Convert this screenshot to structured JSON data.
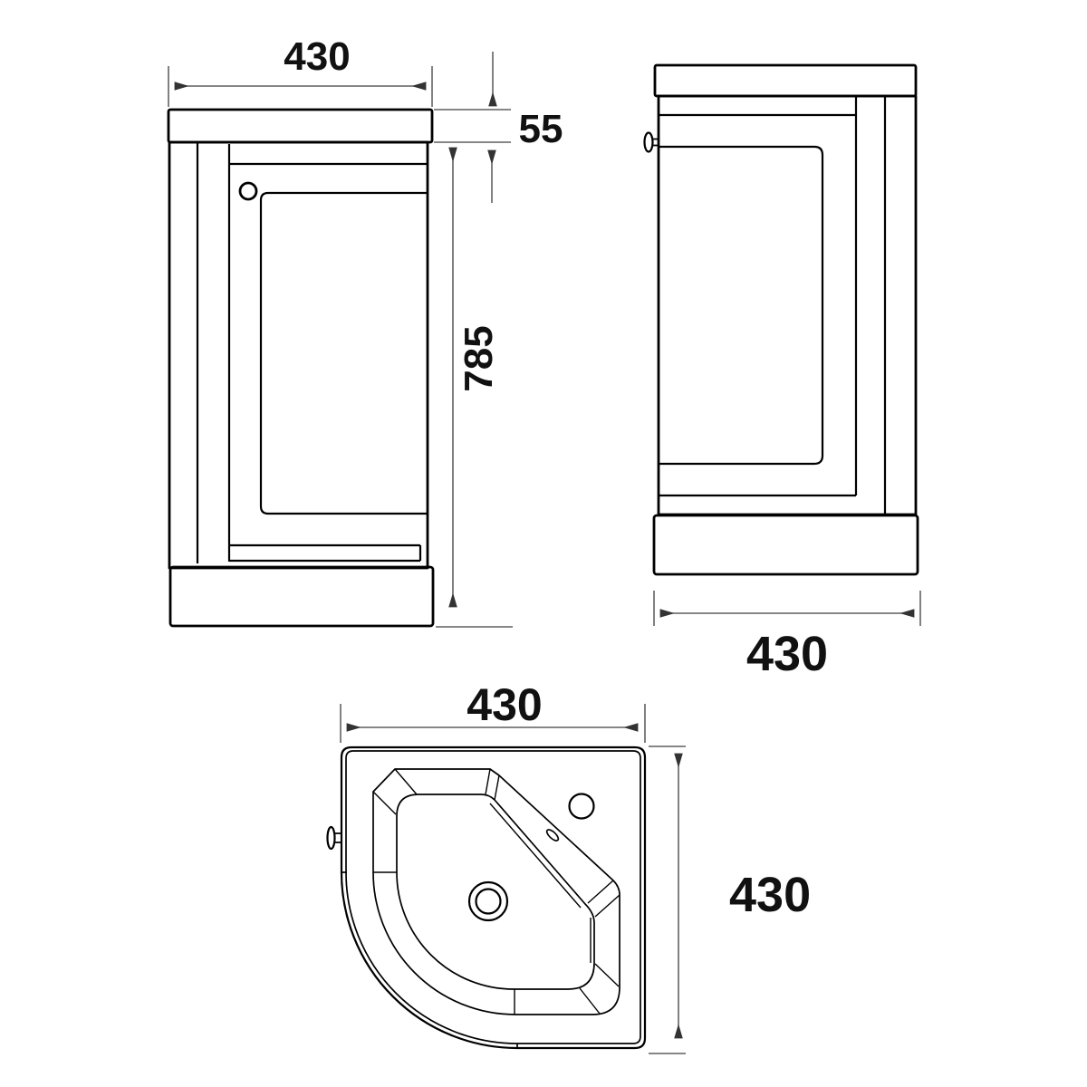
{
  "drawing": {
    "front_view": {
      "width_label": "430",
      "worktop_thickness_label": "55",
      "height_label": "785"
    },
    "side_view": {
      "depth_label": "430"
    },
    "plan_view": {
      "width_label": "430",
      "depth_label": "430"
    },
    "colors": {
      "ink": "#000000",
      "dimension": "#3d3d3d",
      "background": "#ffffff"
    }
  }
}
